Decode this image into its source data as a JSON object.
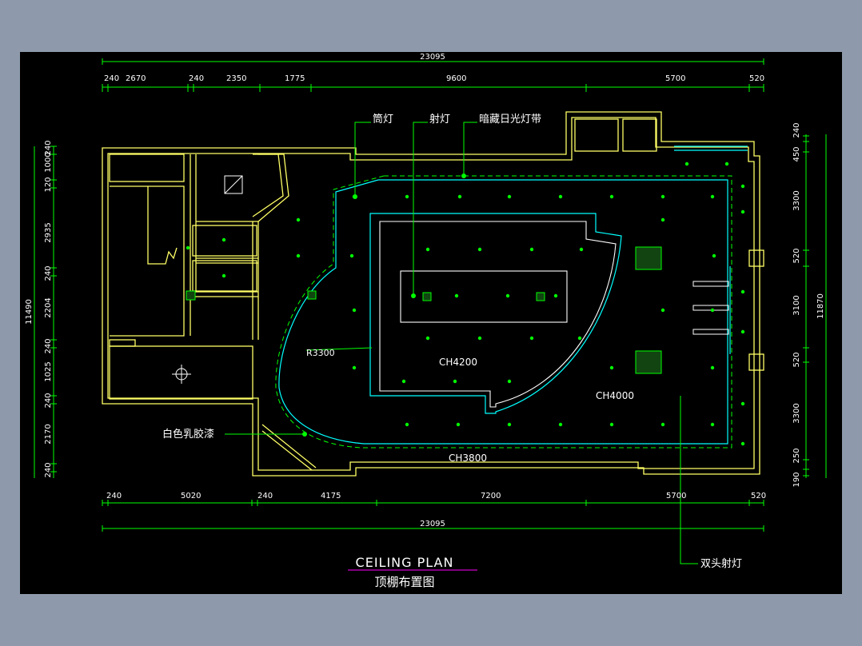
{
  "title": {
    "english": "CEILING PLAN",
    "chinese": "顶棚布置图"
  },
  "dimensions": {
    "top_total": "23095",
    "top_segments": [
      "240",
      "2670",
      "240",
      "2350",
      "1775",
      "9600",
      "5700",
      "520"
    ],
    "bottom_total": "23095",
    "bottom_segments": [
      "240",
      "5020",
      "240",
      "4175",
      "7200",
      "5700",
      "520"
    ],
    "left_total": "11490",
    "left_segments": [
      "240",
      "1000",
      "120",
      "2935",
      "240",
      "2204",
      "240",
      "1025",
      "240",
      "2170",
      "240"
    ],
    "right_total": "11870",
    "right_segments": [
      "240",
      "450",
      "3300",
      "520",
      "3100",
      "520",
      "3300",
      "250",
      "190"
    ]
  },
  "labels": {
    "downlight": "筒灯",
    "spotlight": "射灯",
    "hidden_fluorescent_strip": "暗藏日光灯带",
    "white_latex_paint": "白色乳胶漆",
    "double_head_spotlight": "双头射灯",
    "radius": "R3300",
    "ceiling_height_1": "CH4200",
    "ceiling_height_2": "CH4000",
    "ceiling_height_3": "CH3800"
  },
  "colors": {
    "background": "#000000",
    "wall": "#ffff66",
    "dimension": "#00ff00",
    "cyan": "#00ffff",
    "text": "#ffffff",
    "title_underline": "#ff00ff"
  }
}
